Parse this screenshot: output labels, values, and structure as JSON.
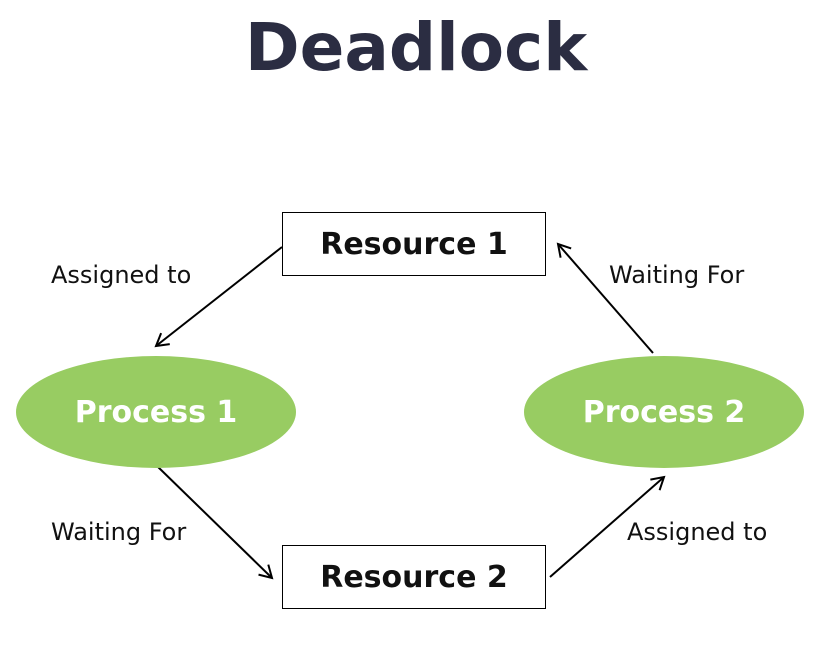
{
  "title": "Deadlock",
  "colors": {
    "process_fill": "#98cc62",
    "title_text": "#2b2d42",
    "arrow": "#000000"
  },
  "nodes": {
    "resource1": "Resource 1",
    "resource2": "Resource 2",
    "process1": "Process 1",
    "process2": "Process 2"
  },
  "edges": [
    {
      "from": "Resource 1",
      "to": "Process 1",
      "label": "Assigned to"
    },
    {
      "from": "Process 1",
      "to": "Resource 2",
      "label": "Waiting For"
    },
    {
      "from": "Resource 2",
      "to": "Process 2",
      "label": "Assigned to"
    },
    {
      "from": "Process 2",
      "to": "Resource 1",
      "label": "Waiting For"
    }
  ]
}
